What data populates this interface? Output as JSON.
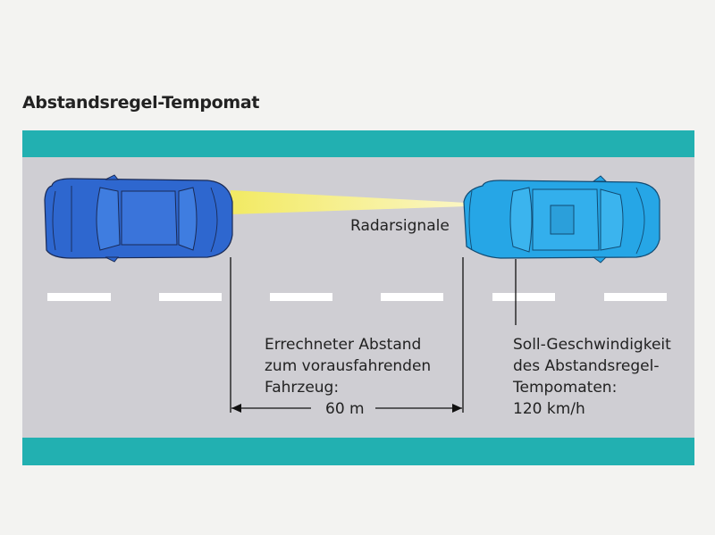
{
  "title": "Abstandsregel-Tempomat",
  "labels": {
    "radar": "Radarsignale",
    "distance_lines": [
      "Errechneter Abstand",
      "zum vorausfahrenden",
      "Fahrzeug:"
    ],
    "distance_value": "60 m",
    "speed_lines": [
      "Soll-Geschwindigkeit",
      "des Abstandsregel-",
      "Tempomaten:"
    ],
    "speed_value": "120 km/h"
  },
  "colors": {
    "background": "#f3f3f1",
    "road": "#cfced3",
    "curb": "#22b0b1",
    "lane_marking": "#ffffff",
    "radar_beam": "#ece46a",
    "own_car": "#2e67cf",
    "lead_car": "#26a6e6"
  }
}
